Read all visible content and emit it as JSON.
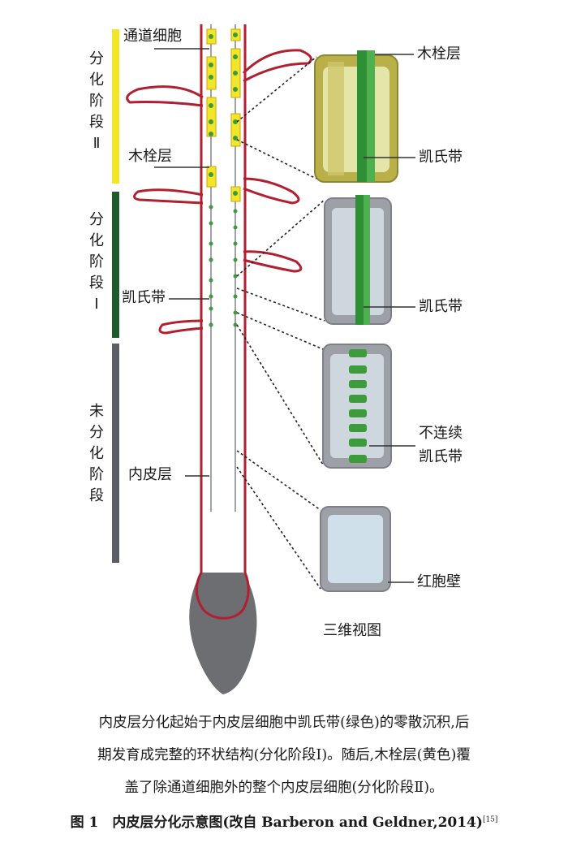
{
  "stages": {
    "stage2": "分化阶段Ⅱ",
    "stage1": "分化阶段Ⅰ",
    "undiff": "未分化阶段"
  },
  "labels": {
    "passage_cell": "通道细胞",
    "suberin_left": "木栓层",
    "casparian_left": "凯氏带",
    "endodermis": "内皮层",
    "suberin_right": "木栓层",
    "casparian_right1": "凯氏带",
    "casparian_right2": "凯氏带",
    "discontinuous_line1": "不连续",
    "discontinuous_line2": "凯氏带",
    "primary_wall": "红胞壁",
    "three_d_view": "三维视图"
  },
  "caption": {
    "line1": "内皮层分化起始于内皮层细胞中凯氏带(绿色)的零散沉积,后",
    "line2": "期发育成完整的环状结构(分化阶段Ⅰ)。随后,木栓层(黄色)覆",
    "line3": "盖了除通道细胞外的整个内皮层细胞(分化阶段Ⅱ)。"
  },
  "figure_title": {
    "text": "图 1　内皮层分化示意图(改自 Barberon and Geldner,2014)",
    "ref": "[15]"
  },
  "colors": {
    "suberin_yellow": "#f2e62a",
    "casparian_green": "#3d9a3d",
    "stage1_bar": "#1f5a2c",
    "undiff_bar": "#5a5d63",
    "root_outline": "#b02030",
    "cap_gray": "#6d6e72"
  }
}
